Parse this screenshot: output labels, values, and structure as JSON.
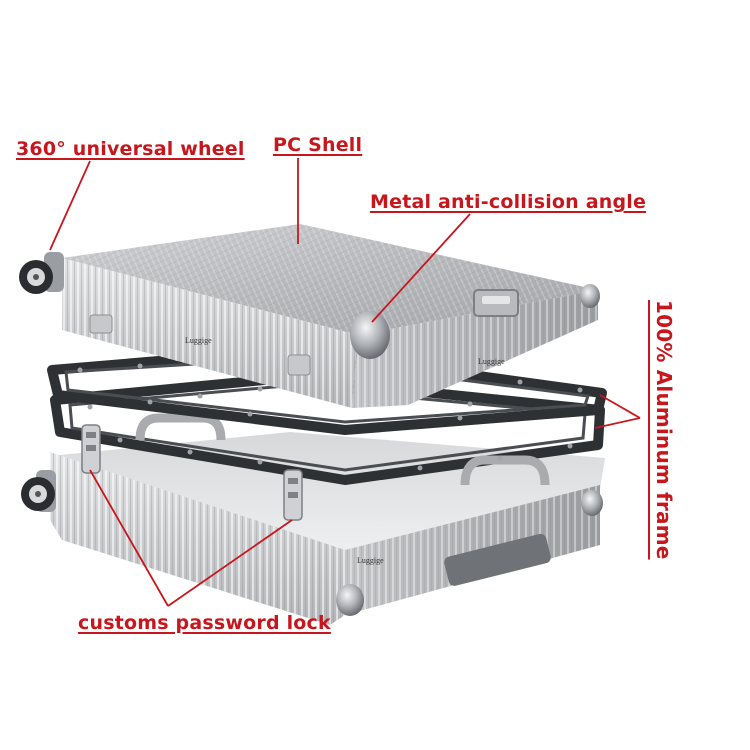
{
  "labels": {
    "wheel": "360° universal wheel",
    "shell": "PC Shell",
    "angle": "Metal anti-collision angle",
    "frame": "100% Aluminum frame",
    "lock": "customs password lock"
  },
  "brand_marks": [
    "Luggige",
    "Luggige",
    "Luggige"
  ],
  "colors": {
    "annotation": "#c8161d",
    "shell_light": "#d8d9db",
    "shell_mid": "#b8babd",
    "shell_dark": "#8e9094",
    "frame": "#2e3134",
    "metal": "#9fa2a6"
  }
}
